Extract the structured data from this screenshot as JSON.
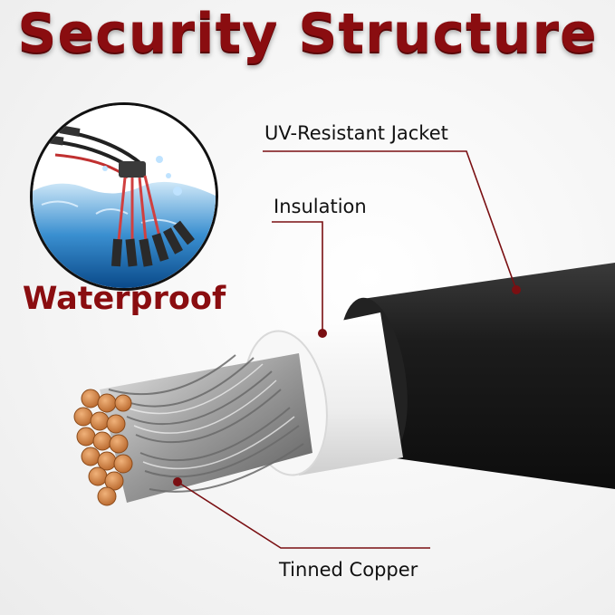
{
  "title": "Security Structure",
  "badge": {
    "label": "Waterproof",
    "icon": "waterproof-connector-photo"
  },
  "labels": {
    "jacket": "UV-Resistant Jacket",
    "insulation": "Insulation",
    "conductor": "Tinned Copper"
  },
  "colors": {
    "title": "#8a0d10",
    "jacket": "#1a1a1a",
    "insulation": "#f2f2f2",
    "copper": "#d8894a",
    "leader_line": "#7a0f12"
  }
}
